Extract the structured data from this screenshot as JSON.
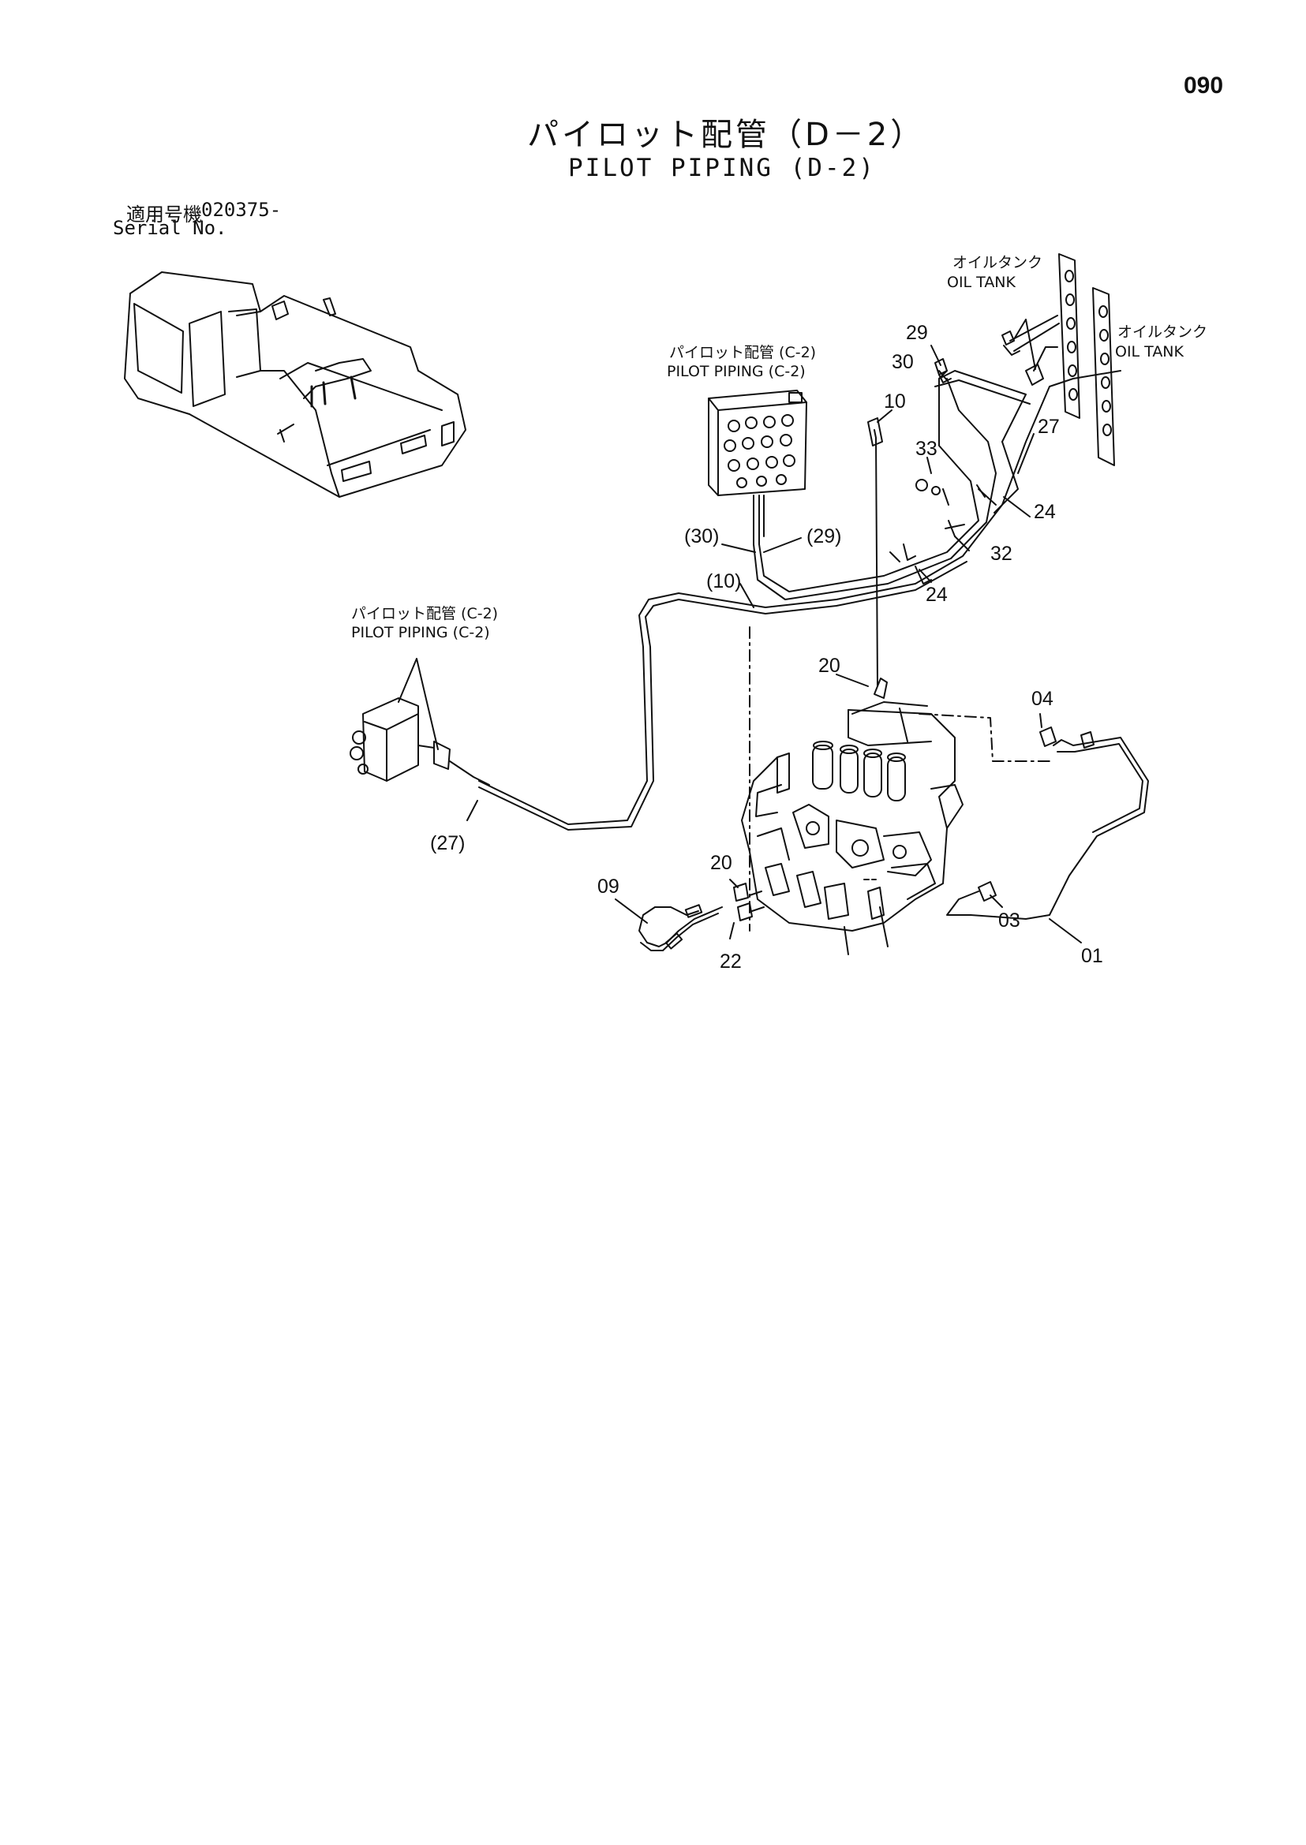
{
  "page": {
    "number": "090",
    "title_ja": "パイロット配管（D－2）",
    "title_en": "PILOT PIPING (D-2)",
    "serial_label_ja": "適用号機",
    "serial_number": "020375-",
    "serial_label_en": "Serial No."
  },
  "notes": {
    "pilot_c2_top_ja": "パイロット配管 (C-2)",
    "pilot_c2_top_en": "PILOT PIPING (C-2)",
    "pilot_c2_left_ja": "パイロット配管 (C-2)",
    "pilot_c2_left_en": "PILOT PIPING (C-2)",
    "oil_tank_1_ja": "オイルタンク",
    "oil_tank_1_en": "OIL TANK",
    "oil_tank_2_ja": "オイルタンク",
    "oil_tank_2_en": "OIL TANK"
  },
  "callouts": {
    "c29": "29",
    "c30": "30",
    "c10": "10",
    "c33": "33",
    "c27": "27",
    "c24a": "24",
    "c32": "32",
    "c24b": "24",
    "c30p": "(30)",
    "c29p": "(29)",
    "c10p": "(10)",
    "c20a": "20",
    "c04": "04",
    "c27p": "(27)",
    "c20b": "20",
    "c09": "09",
    "c22": "22",
    "c03": "03",
    "c01": "01"
  }
}
